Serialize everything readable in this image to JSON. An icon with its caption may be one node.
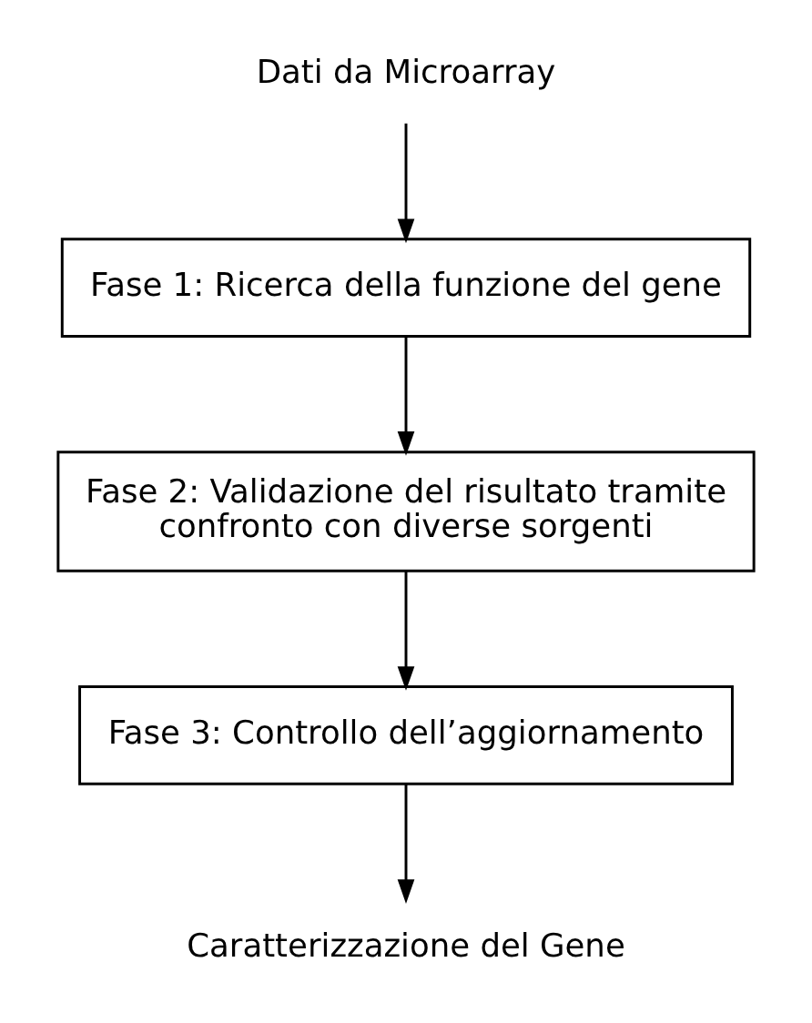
{
  "diagram": {
    "nodes": [
      {
        "text": [
          "Dati da Microarray"
        ]
      },
      {
        "text": [
          "Fase 1: Ricerca della funzione del gene"
        ]
      },
      {
        "text": [
          "Fase 2: Validazione del risultato tramite confronto con diverse sorgenti"
        ]
      },
      {
        "text": [
          "Fase 3: Controllo dell’aggiornamento"
        ]
      },
      {
        "text": [
          "Caratterizzazione del Gene"
        ]
      }
    ],
    "edges": [
      {
        "from": 0,
        "to": 1,
        "arrow": "to"
      },
      {
        "from": 1,
        "to": 2,
        "arrow": "to"
      },
      {
        "from": 2,
        "to": 3,
        "arrow": "to"
      },
      {
        "from": 3,
        "to": 4,
        "arrow": "to"
      }
    ]
  }
}
